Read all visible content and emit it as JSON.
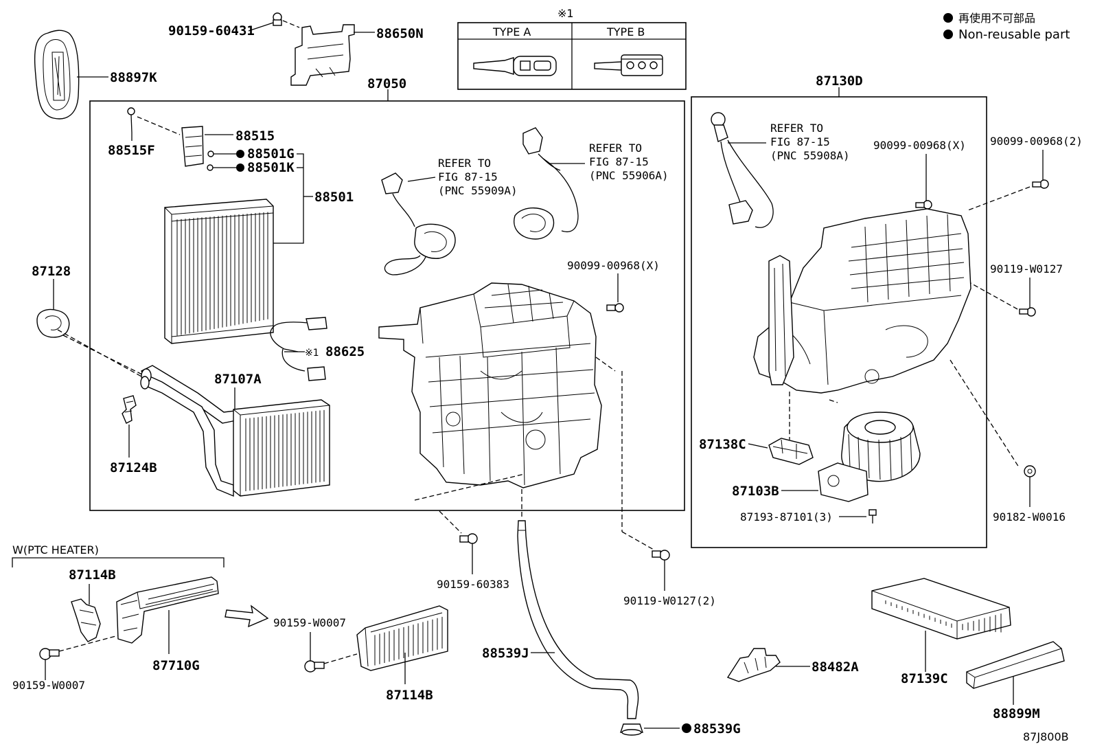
{
  "legend": {
    "jp": "再使用不可部品",
    "en": "Non-reusable part"
  },
  "type_table": {
    "note_mark": "※1",
    "type_a": "TYPE A",
    "type_b": "TYPE B"
  },
  "refer_notes": [
    {
      "line1": "REFER TO",
      "line2": "FIG 87-15",
      "line3": "(PNC 55909A)"
    },
    {
      "line1": "REFER TO",
      "line2": "FIG 87-15",
      "line3": "(PNC 55906A)"
    },
    {
      "line1": "REFER TO",
      "line2": "FIG 87-15",
      "line3": "(PNC 55908A)"
    }
  ],
  "group_label_ptc": "W(PTC HEATER)",
  "parts": {
    "p90159_60431": "90159-60431",
    "p88650N": "88650N",
    "p88897K": "88897K",
    "p87050": "87050",
    "p88515": "88515",
    "p88515F": "88515F",
    "p88501G": "88501G",
    "p88501K": "88501K",
    "p88501": "88501",
    "p87128": "87128",
    "p88625": "88625",
    "p88625_mark": "※1",
    "p87107A": "87107A",
    "p87124B": "87124B",
    "p90099_00968_x_mid": "90099-00968(X)",
    "p87130D": "87130D",
    "p90099_00968_x_right": "90099-00968(X)",
    "p90099_00968_2": "90099-00968(2)",
    "p90119_W0127": "90119-W0127",
    "p87138C": "87138C",
    "p87103B": "87103B",
    "p87193_87101": "87193-87101(3)",
    "p90182_W0016": "90182-W0016",
    "p87114B_top": "87114B",
    "p90159_W0007_left": "90159-W0007",
    "p87710G": "87710G",
    "p90159_W0007_mid": "90159-W0007",
    "p87114B_bottom": "87114B",
    "p90159_60383": "90159-60383",
    "p88539J": "88539J",
    "p90119_W0127_2": "90119-W0127(2)",
    "p88539G": "88539G",
    "p88482A": "88482A",
    "p87139C": "87139C",
    "p88899M": "88899M"
  },
  "figure_code": "87J800B"
}
